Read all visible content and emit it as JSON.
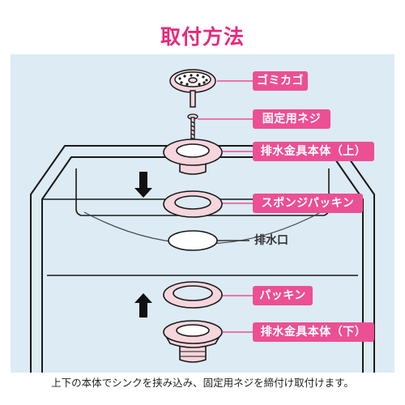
{
  "title": "取付方法",
  "parts": {
    "gomikago": "ゴミカゴ",
    "screw": "固定用ネジ",
    "upper_body": "排水金具本体（上）",
    "sponge_packing": "スポンジパッキン",
    "drain_hole": "排水口",
    "packing": "パッキン",
    "lower_body": "排水金具本体（下）"
  },
  "caption": "上下の本体でシンクを挟み込み、固定用ネジを締付け取付けます。",
  "colors": {
    "accent": "#ec4f94",
    "title": "#e8287a",
    "panel": "#dcebf4",
    "part_fill": "#f6d5dc"
  }
}
